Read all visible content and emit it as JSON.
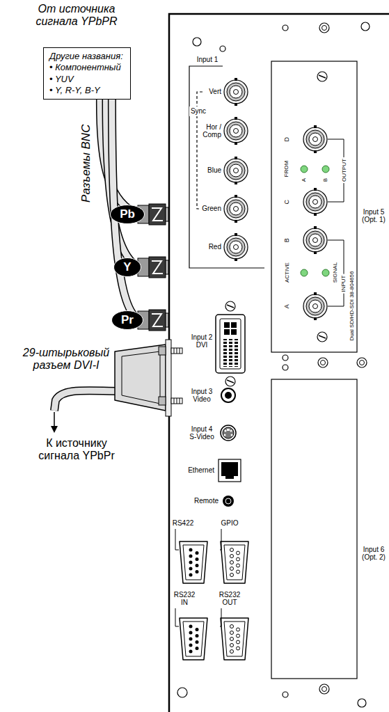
{
  "diagram": {
    "nodes": [
      {
        "text": [
          "Другие названия:",
          "• Компонентный",
          "• YUV",
          "• Y, R-Y, B-Y"
        ]
      },
      {
        "text": [
          "Pb"
        ]
      },
      {
        "text": [
          "Y"
        ]
      },
      {
        "text": [
          "Pr"
        ]
      }
    ],
    "labels": [
      "От источника сигнала YPbPR",
      "Разъемы BNC",
      "29-штырьковый разъем DVI-I",
      "К источнику сигнала YPbPr",
      "Input 1",
      "Vert",
      "Sync",
      "Hor / Comp",
      "Blue",
      "Green",
      "Red",
      "Input 2 DVI",
      "Input 3 Video",
      "Input 4 S-Video",
      "Ethernet",
      "Remote",
      "RS422",
      "GPIO",
      "RS232 IN",
      "RS232 OUT",
      "D",
      "FROM",
      "A",
      "B",
      "C",
      "OUTPUT",
      "B",
      "ACTIVE",
      "SIGNAL",
      "INPUT",
      "A",
      "Dual SD/HD-SDI 38-804656",
      "Input 5 (Opt. 1)",
      "Input 6 (Opt. 2)"
    ]
  }
}
